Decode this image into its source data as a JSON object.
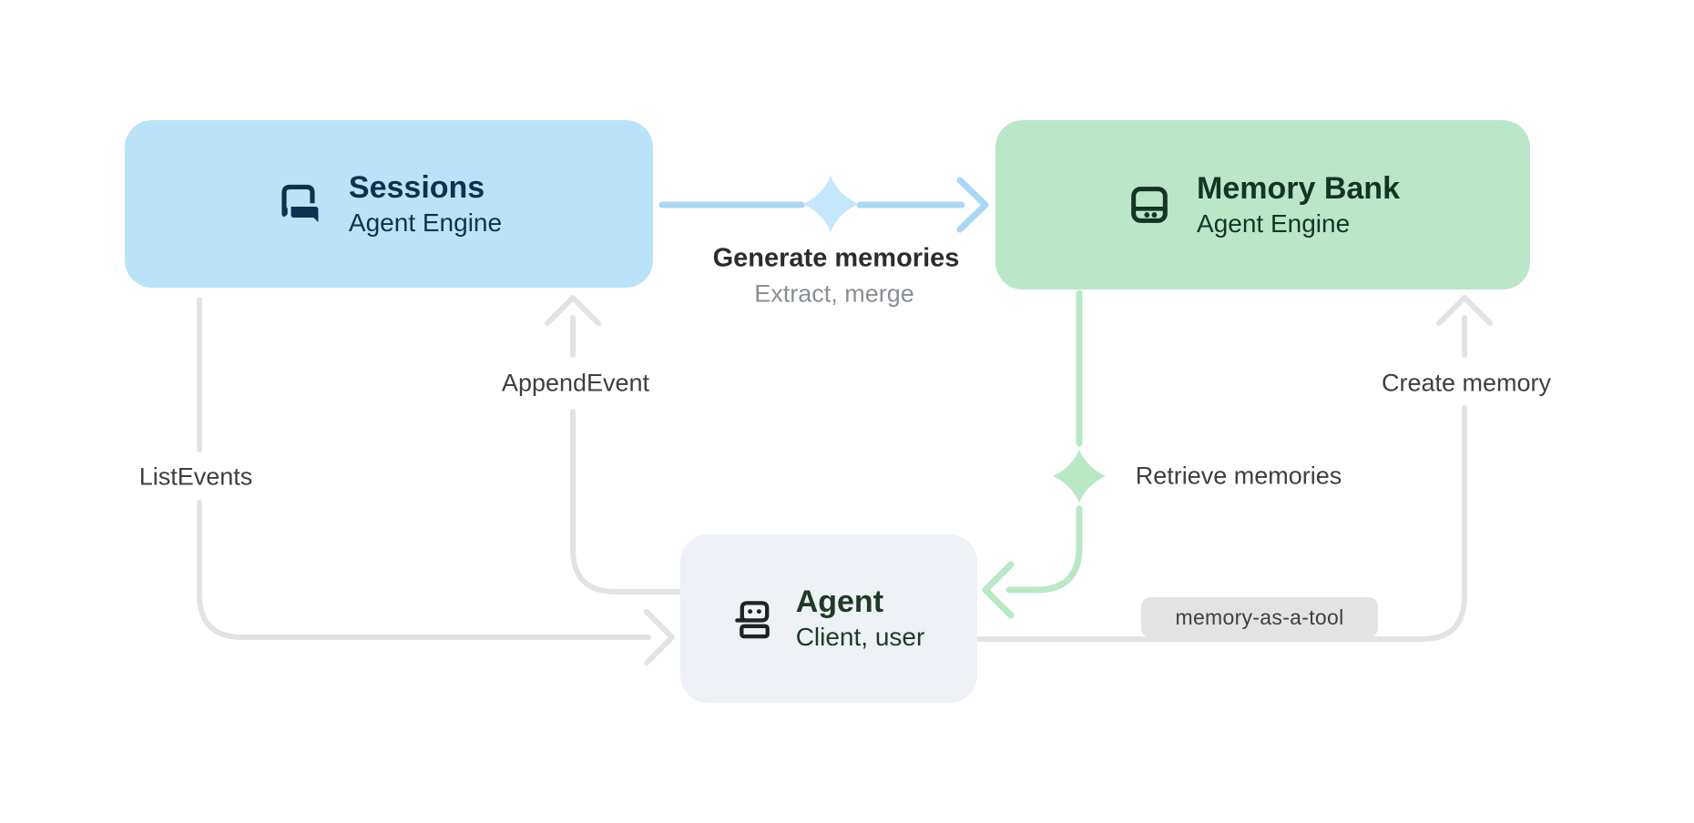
{
  "nodes": {
    "sessions": {
      "title": "Sessions",
      "subtitle": "Agent Engine"
    },
    "memory_bank": {
      "title": "Memory Bank",
      "subtitle": "Agent Engine"
    },
    "agent": {
      "title": "Agent",
      "subtitle": "Client, user"
    }
  },
  "edges": {
    "generate_memories": {
      "label": "Generate memories",
      "sublabel": "Extract, merge"
    },
    "append_event": {
      "label": "AppendEvent"
    },
    "list_events": {
      "label": "ListEvents"
    },
    "retrieve_memories": {
      "label": "Retrieve memories"
    },
    "create_memory": {
      "label": "Create memory"
    },
    "memory_as_a_tool": {
      "label": "memory-as-a-tool"
    }
  },
  "icons": {
    "sessions": "chat-forum-icon",
    "memory_bank": "memory-storage-icon",
    "agent": "robot-icon",
    "generate": "sparkle-icon",
    "retrieve": "sparkle-icon"
  },
  "colors": {
    "sessions_fill": "#bae2f8",
    "sessions_text": "#0b3350",
    "memory_fill": "#b9e7c8",
    "memory_text": "#143526",
    "agent_fill": "#eef1f6",
    "agent_text": "#1d3b27",
    "agent_icon": "#202124",
    "blue_arrow": "#a9d7f6",
    "blue_spark": "#c5e7fc",
    "green_arrow": "#b9e8c5",
    "gray_arrow": "#e2e3e4",
    "label_dark": "#3c4043",
    "label_darker": "#2a2d30",
    "label_gray": "#8a8f94",
    "badge_bg": "#e3e3e3"
  }
}
